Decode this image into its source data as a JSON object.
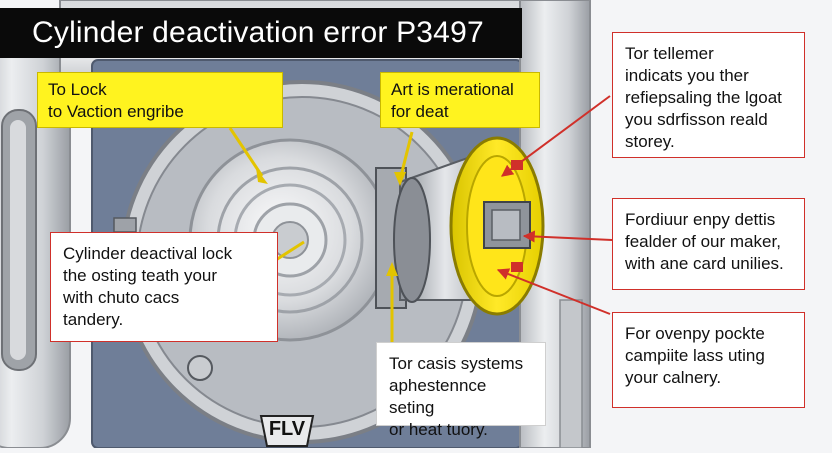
{
  "title": "Cylinder deactivation error P3497",
  "callouts": {
    "top_left": {
      "line1": "To Lock",
      "line2": "to Vaction engribe"
    },
    "top_middle": {
      "line1": "Art is merational",
      "line2": "for deat"
    },
    "left_middle": {
      "line1": "Cylinder deactival lock",
      "line2": "the osting teath your",
      "line3": "with chuto cacs",
      "line4": "tandery."
    },
    "bottom_middle": {
      "line1": "Tor casis systems",
      "line2": "aphestennce seting",
      "line3": "or heat tuory."
    },
    "right_top": {
      "line1": "Tor tellemer",
      "line2": "indicats you ther",
      "line3": "refiepsaling the lgoat",
      "line4": "you sdrfisson reald",
      "line5": "storey."
    },
    "right_middle": {
      "line1": "Fordiuur enpy dettis",
      "line2": "fealder of our maker,",
      "line3": "with ane card unilies."
    },
    "right_bottom": {
      "line1": "For ovenpy pockte",
      "line2": "campiite lass uting",
      "line3": "your calnery."
    }
  },
  "logo_text": "FLV",
  "colors": {
    "accent_yellow": "#fff31f",
    "arrow_red": "#d0302a",
    "title_bg": "#0a0a0a",
    "panel_blue": "#6f7e98"
  }
}
